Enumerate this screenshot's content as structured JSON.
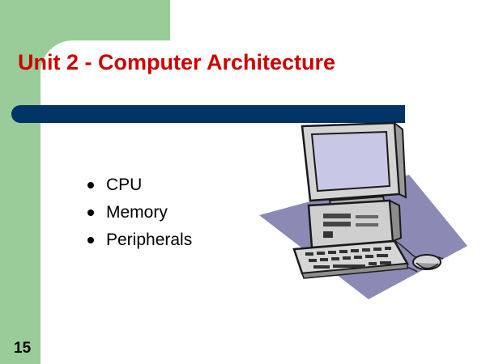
{
  "slide": {
    "title": "Unit 2 - Computer Architecture",
    "bullets": [
      "CPU",
      "Memory",
      "Peripherals"
    ],
    "page_number": "15"
  },
  "colors": {
    "title": "#cc0000",
    "accent_green": "#99cc99",
    "rule_navy": "#003366",
    "shadow_slate": "#8a8ab4"
  },
  "icons": {
    "illustration": "computer-clipart-icon"
  }
}
